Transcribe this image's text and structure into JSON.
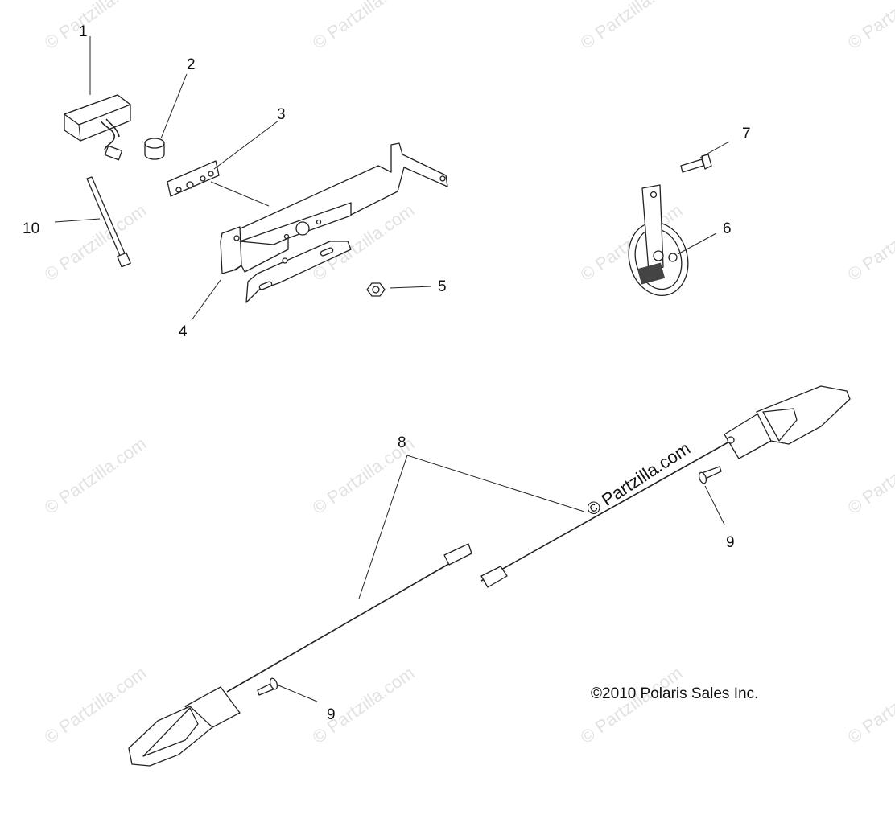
{
  "diagram": {
    "watermark_text": "© Partzilla.com",
    "center_watermark_text": "© Partzilla.com",
    "copyright": "©2010 Polaris Sales Inc.",
    "callouts": [
      "1",
      "2",
      "3",
      "4",
      "5",
      "6",
      "7",
      "8",
      "9",
      "9",
      "10"
    ]
  },
  "parts": [
    {
      "label": "1",
      "icon": "tail-light-icon"
    },
    {
      "label": "2",
      "icon": "spacer-icon"
    },
    {
      "label": "3",
      "icon": "plate-icon"
    },
    {
      "label": "4",
      "icon": "bracket-icon"
    },
    {
      "label": "5",
      "icon": "nut-icon"
    },
    {
      "label": "6",
      "icon": "horn-icon"
    },
    {
      "label": "7",
      "icon": "bolt-icon"
    },
    {
      "label": "8",
      "icon": "turn-signal-icon"
    },
    {
      "label": "9",
      "icon": "screw-icon"
    },
    {
      "label": "10",
      "icon": "cable-tie-icon"
    }
  ]
}
